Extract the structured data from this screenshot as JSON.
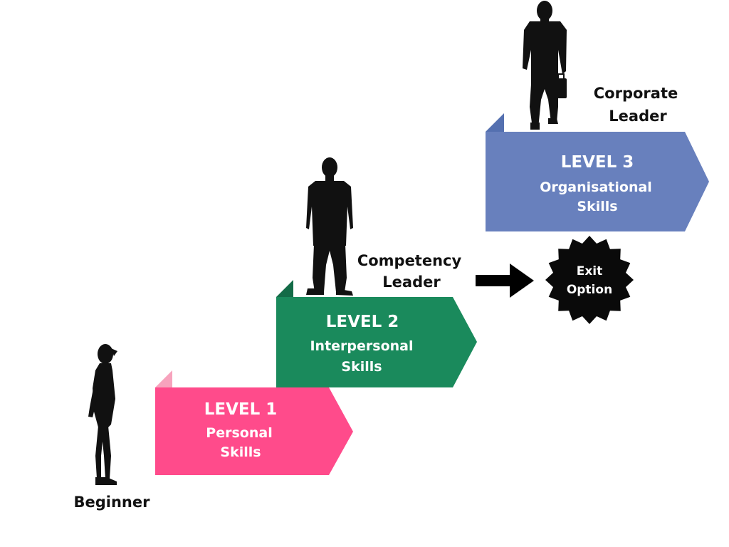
{
  "colors": {
    "level1": "#ff4b8b",
    "level1_tab": "#f7a3bd",
    "level2": "#1a8a5c",
    "level2_tab": "#136b47",
    "level3": "#6880bd",
    "level3_tab": "#5470b0",
    "silhouette": "#111111",
    "badge": "#0a0a0a"
  },
  "levels": [
    {
      "title": "LEVEL 1",
      "line1": "Personal",
      "line2": "Skills"
    },
    {
      "title": "LEVEL 2",
      "line1": "Interpersonal",
      "line2": "Skills"
    },
    {
      "title": "LEVEL 3",
      "line1": "Organisational",
      "line2": "Skills"
    }
  ],
  "figures": [
    {
      "line1": "Beginner"
    },
    {
      "line1": "Competency",
      "line2": "Leader"
    },
    {
      "line1": "Corporate",
      "line2": "Leader"
    }
  ],
  "exit": {
    "line1": "Exit",
    "line2": "Option"
  },
  "icons": {
    "figure1": "person-looking-up-icon",
    "figure2": "businessman-standing-icon",
    "figure3": "businessman-with-briefcase-icon",
    "arrow": "arrow-right-icon",
    "badge": "starburst-badge-icon"
  }
}
